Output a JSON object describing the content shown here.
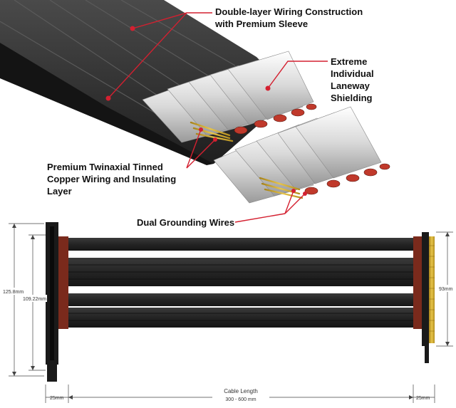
{
  "callouts": {
    "double_layer": {
      "line1": "Double-layer Wiring Construction",
      "line2": "with Premium Sleeve"
    },
    "laneway": {
      "line1": "Extreme",
      "line2": "Individual",
      "line3": "Laneway",
      "line4": "Shielding"
    },
    "twinaxial": {
      "line1": "Premium Twinaxial Tinned",
      "line2": "Copper Wiring and Insulating",
      "line3": "Layer"
    },
    "grounding": {
      "line1": "Dual Grounding Wires"
    }
  },
  "dimensions": {
    "left_inner_height": "109.22mm",
    "left_outer_height": "125.8mm",
    "right_height": "93mm",
    "left_width": "25mm",
    "right_width": "25mm",
    "cable_length_label": "Cable Length",
    "cable_length_range": "300 - 600 mm"
  },
  "colors": {
    "accent_red": "#d42030",
    "cable_black": "#2b2b2b",
    "sleeve_gray": "#3a3a3a",
    "connector_brown": "#7a2a1c",
    "gold_contacts": "#c9a227"
  }
}
